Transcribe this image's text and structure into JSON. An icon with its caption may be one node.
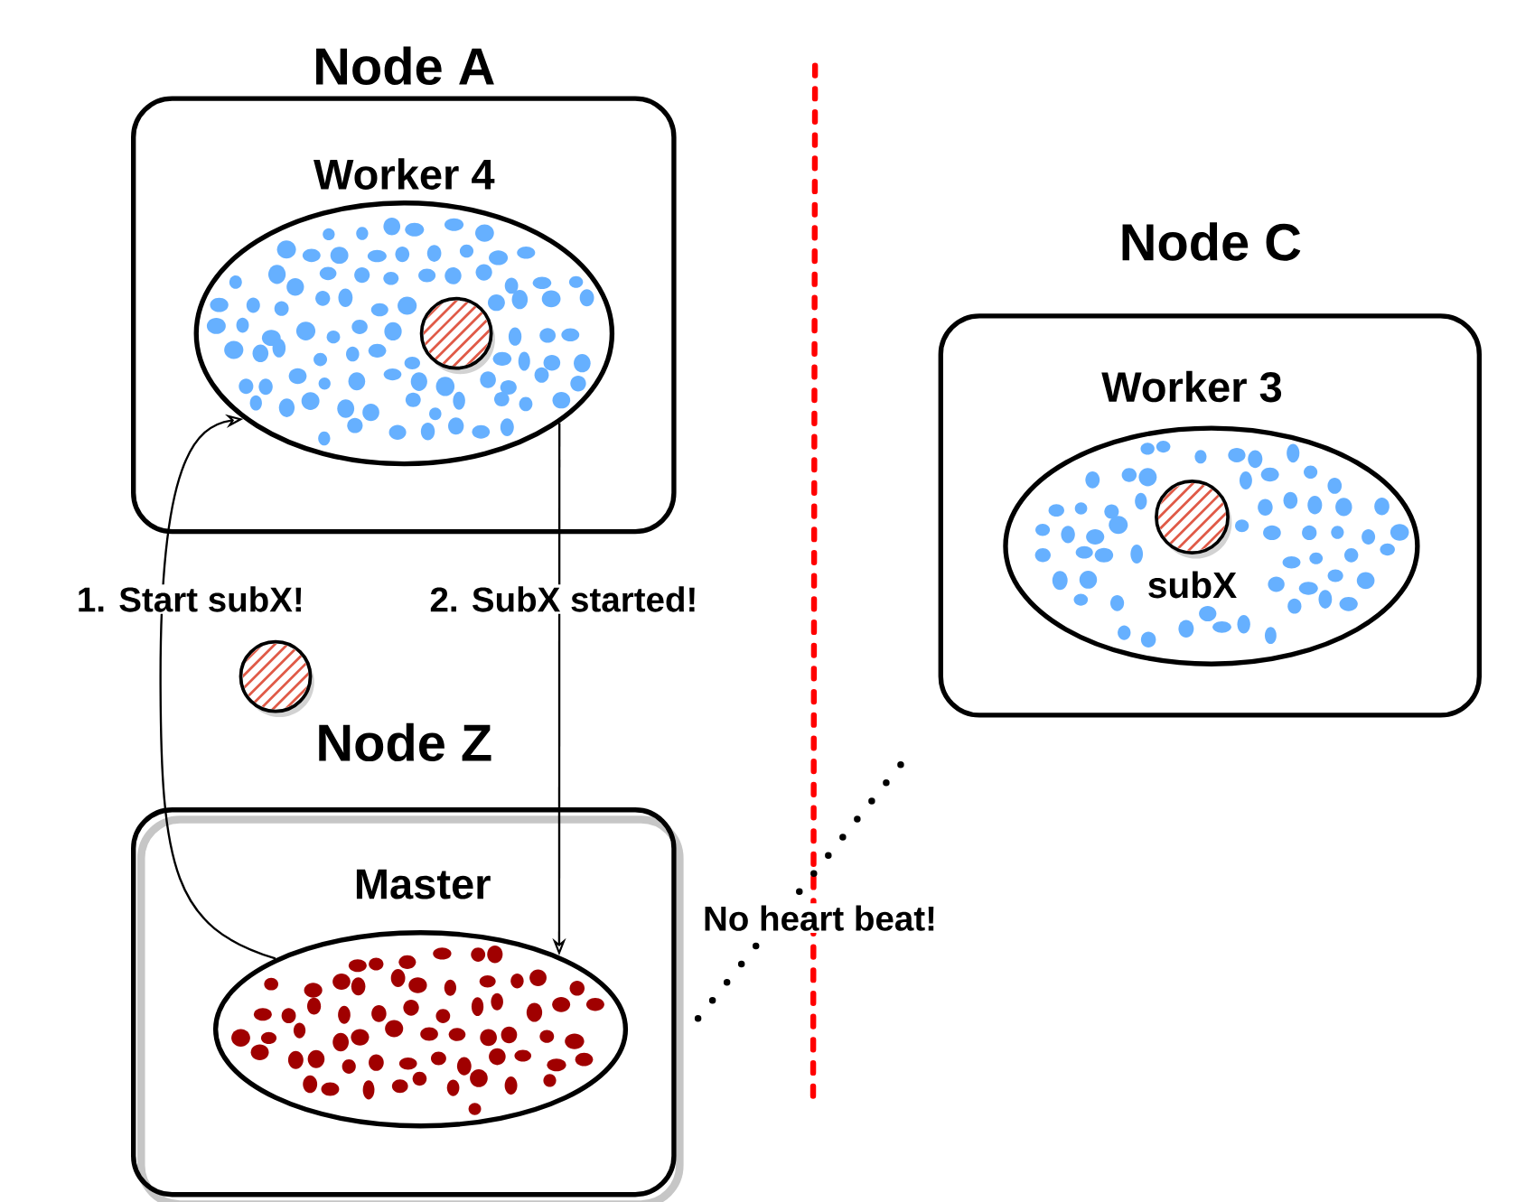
{
  "diagram": {
    "nodes": [
      {
        "text": [
          "Node A"
        ]
      },
      {
        "text": [
          "Worker 4"
        ],
        "in": 0
      },
      {
        "text": [],
        "shape": "circle",
        "in": 1
      },
      {
        "text": [
          "Node C"
        ]
      },
      {
        "text": [
          "Worker 3"
        ],
        "in": 3
      },
      {
        "text": [],
        "shape": "circle",
        "in": 4,
        "beside": [
          "subX"
        ]
      },
      {
        "text": [],
        "shape": "circle"
      },
      {
        "text": [
          "Node Z"
        ]
      },
      {
        "text": [
          "Master"
        ],
        "in": 7
      }
    ],
    "edges": [
      {
        "from": 8,
        "to": 1,
        "arrow": "to",
        "label": "1. Start subX!"
      },
      {
        "from": 1,
        "to": 8,
        "arrow": "to",
        "label": "2. SubX started!"
      },
      {
        "from": 7,
        "to": 3,
        "arrow": "none",
        "label": "No heart beat!",
        "style": "dashed"
      }
    ]
  }
}
